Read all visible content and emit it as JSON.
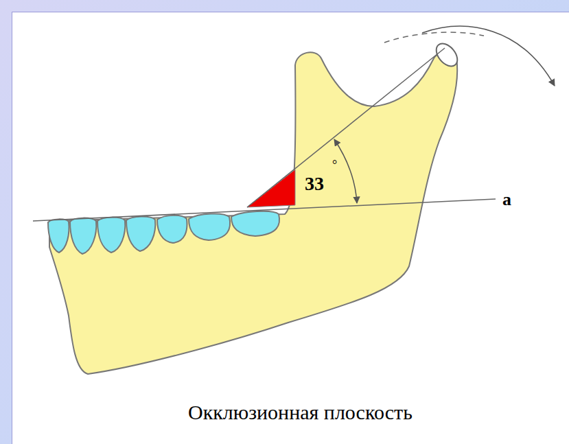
{
  "diagram": {
    "caption": "Окклюзионная плоскость",
    "labels": [
      "33",
      "°",
      "a"
    ]
  }
}
